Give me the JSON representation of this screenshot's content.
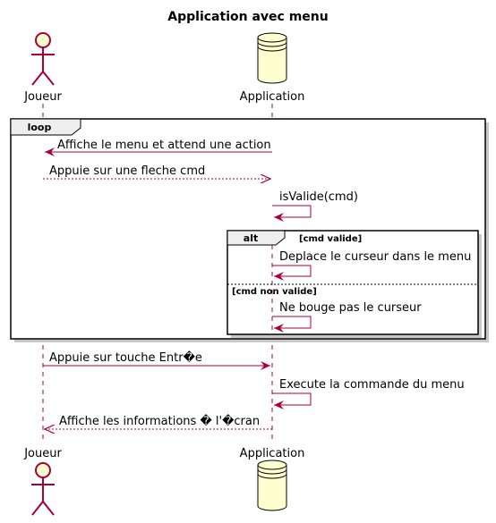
{
  "diagram": {
    "title": "Application avec menu",
    "participants": {
      "actor": "Joueur",
      "database": "Application"
    },
    "loop_label": "loop",
    "alt_label": "alt",
    "alt_guard_1": "[cmd valide]",
    "alt_guard_2": "[cmd non valide]",
    "messages": [
      "Affiche le menu et attend une action",
      "Appuie sur une fleche cmd",
      "isValide(cmd)",
      "Deplace le curseur dans le menu",
      "Ne bouge pas le curseur",
      "Appuie sur touche Entr�e",
      "Execute la commande du menu",
      "Affiche les informations � l'�cran"
    ]
  },
  "colors": {
    "arrow": "#A80036",
    "lifeline": "#A80036",
    "participant_fill": "#FEFECE",
    "frame_border": "#000000",
    "shadow": "#C8C8C8"
  }
}
